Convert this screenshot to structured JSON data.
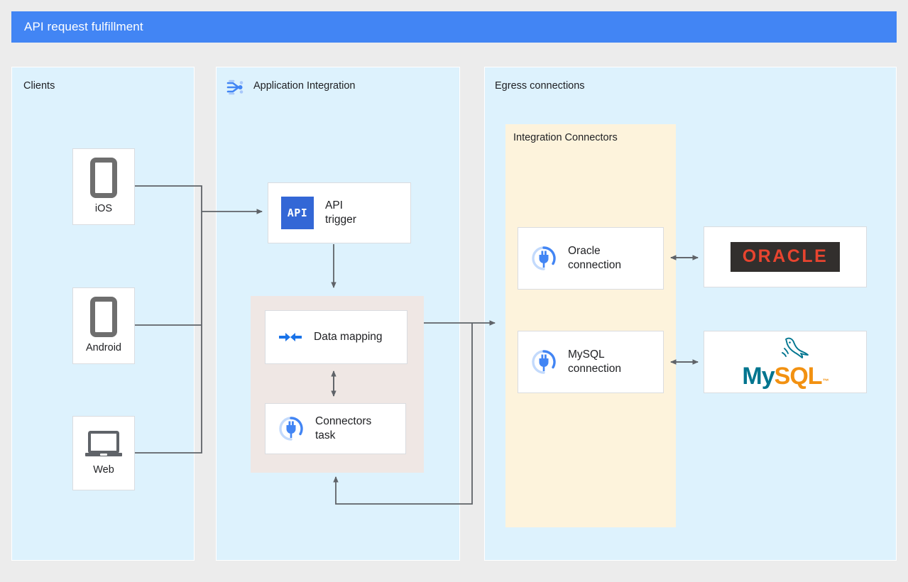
{
  "header": {
    "title": "API request fulfillment",
    "bar_color": "#4285f4",
    "text_color": "#ffffff"
  },
  "lanes": [
    {
      "key": "clients",
      "label": "Clients",
      "color": "#ddf2fd",
      "icon": null
    },
    {
      "key": "app_integration",
      "label": "Application Integration",
      "color": "#ddf2fd",
      "icon": "application-integration-icon"
    },
    {
      "key": "egress",
      "label": "Egress connections",
      "color": "#ddf2fd",
      "icon": null
    }
  ],
  "clients": {
    "lane_label": "Clients",
    "nodes": [
      {
        "id": "ios",
        "label": "iOS",
        "icon": "phone-icon"
      },
      {
        "id": "android",
        "label": "Android",
        "icon": "phone-icon"
      },
      {
        "id": "web",
        "label": "Web",
        "icon": "laptop-icon"
      }
    ]
  },
  "app_integration": {
    "lane_label": "Application Integration",
    "lane_icon": "application-integration-icon",
    "nodes": [
      {
        "id": "api_trigger",
        "label": "API\ntrigger",
        "icon": "api-badge-icon",
        "icon_text": "API"
      },
      {
        "id": "data_mapping",
        "label": "Data mapping",
        "icon": "data-mapping-icon"
      },
      {
        "id": "connectors_task",
        "label": "Connectors\ntask",
        "icon": "connectors-plug-icon"
      }
    ],
    "group": {
      "id": "mapping_group",
      "color": "#efe7e4"
    }
  },
  "egress": {
    "lane_label": "Egress connections",
    "group": {
      "label": "Integration Connectors",
      "color": "#fdf3dc"
    },
    "connections": [
      {
        "id": "oracle_connection",
        "label": "Oracle\nconnection",
        "icon": "connectors-plug-icon"
      },
      {
        "id": "mysql_connection",
        "label": "MySQL\nconnection",
        "icon": "connectors-plug-icon"
      }
    ],
    "systems": [
      {
        "id": "oracle_system",
        "logo": "oracle-logo",
        "wordmark": "ORACLE",
        "logo_text_color": "#e8442f",
        "logo_bg_color": "#322f2d"
      },
      {
        "id": "mysql_system",
        "logo": "mysql-logo",
        "wordmark_part1": "My",
        "wordmark_part2": "SQL",
        "wordmark_tm": "™",
        "color_part1": "#00758f",
        "color_part2": "#f29111"
      }
    ]
  },
  "colors": {
    "background": "#ececec",
    "lane_fill": "#ddf2fd",
    "connectors_fill": "#fdf3dc",
    "mapping_group_fill": "#efe7e4",
    "card_border": "#dadce0",
    "wire": "#5f6368",
    "accent_blue": "#1a73e8",
    "api_badge": "#3367d6",
    "device_gray": "#6e6e6e"
  }
}
